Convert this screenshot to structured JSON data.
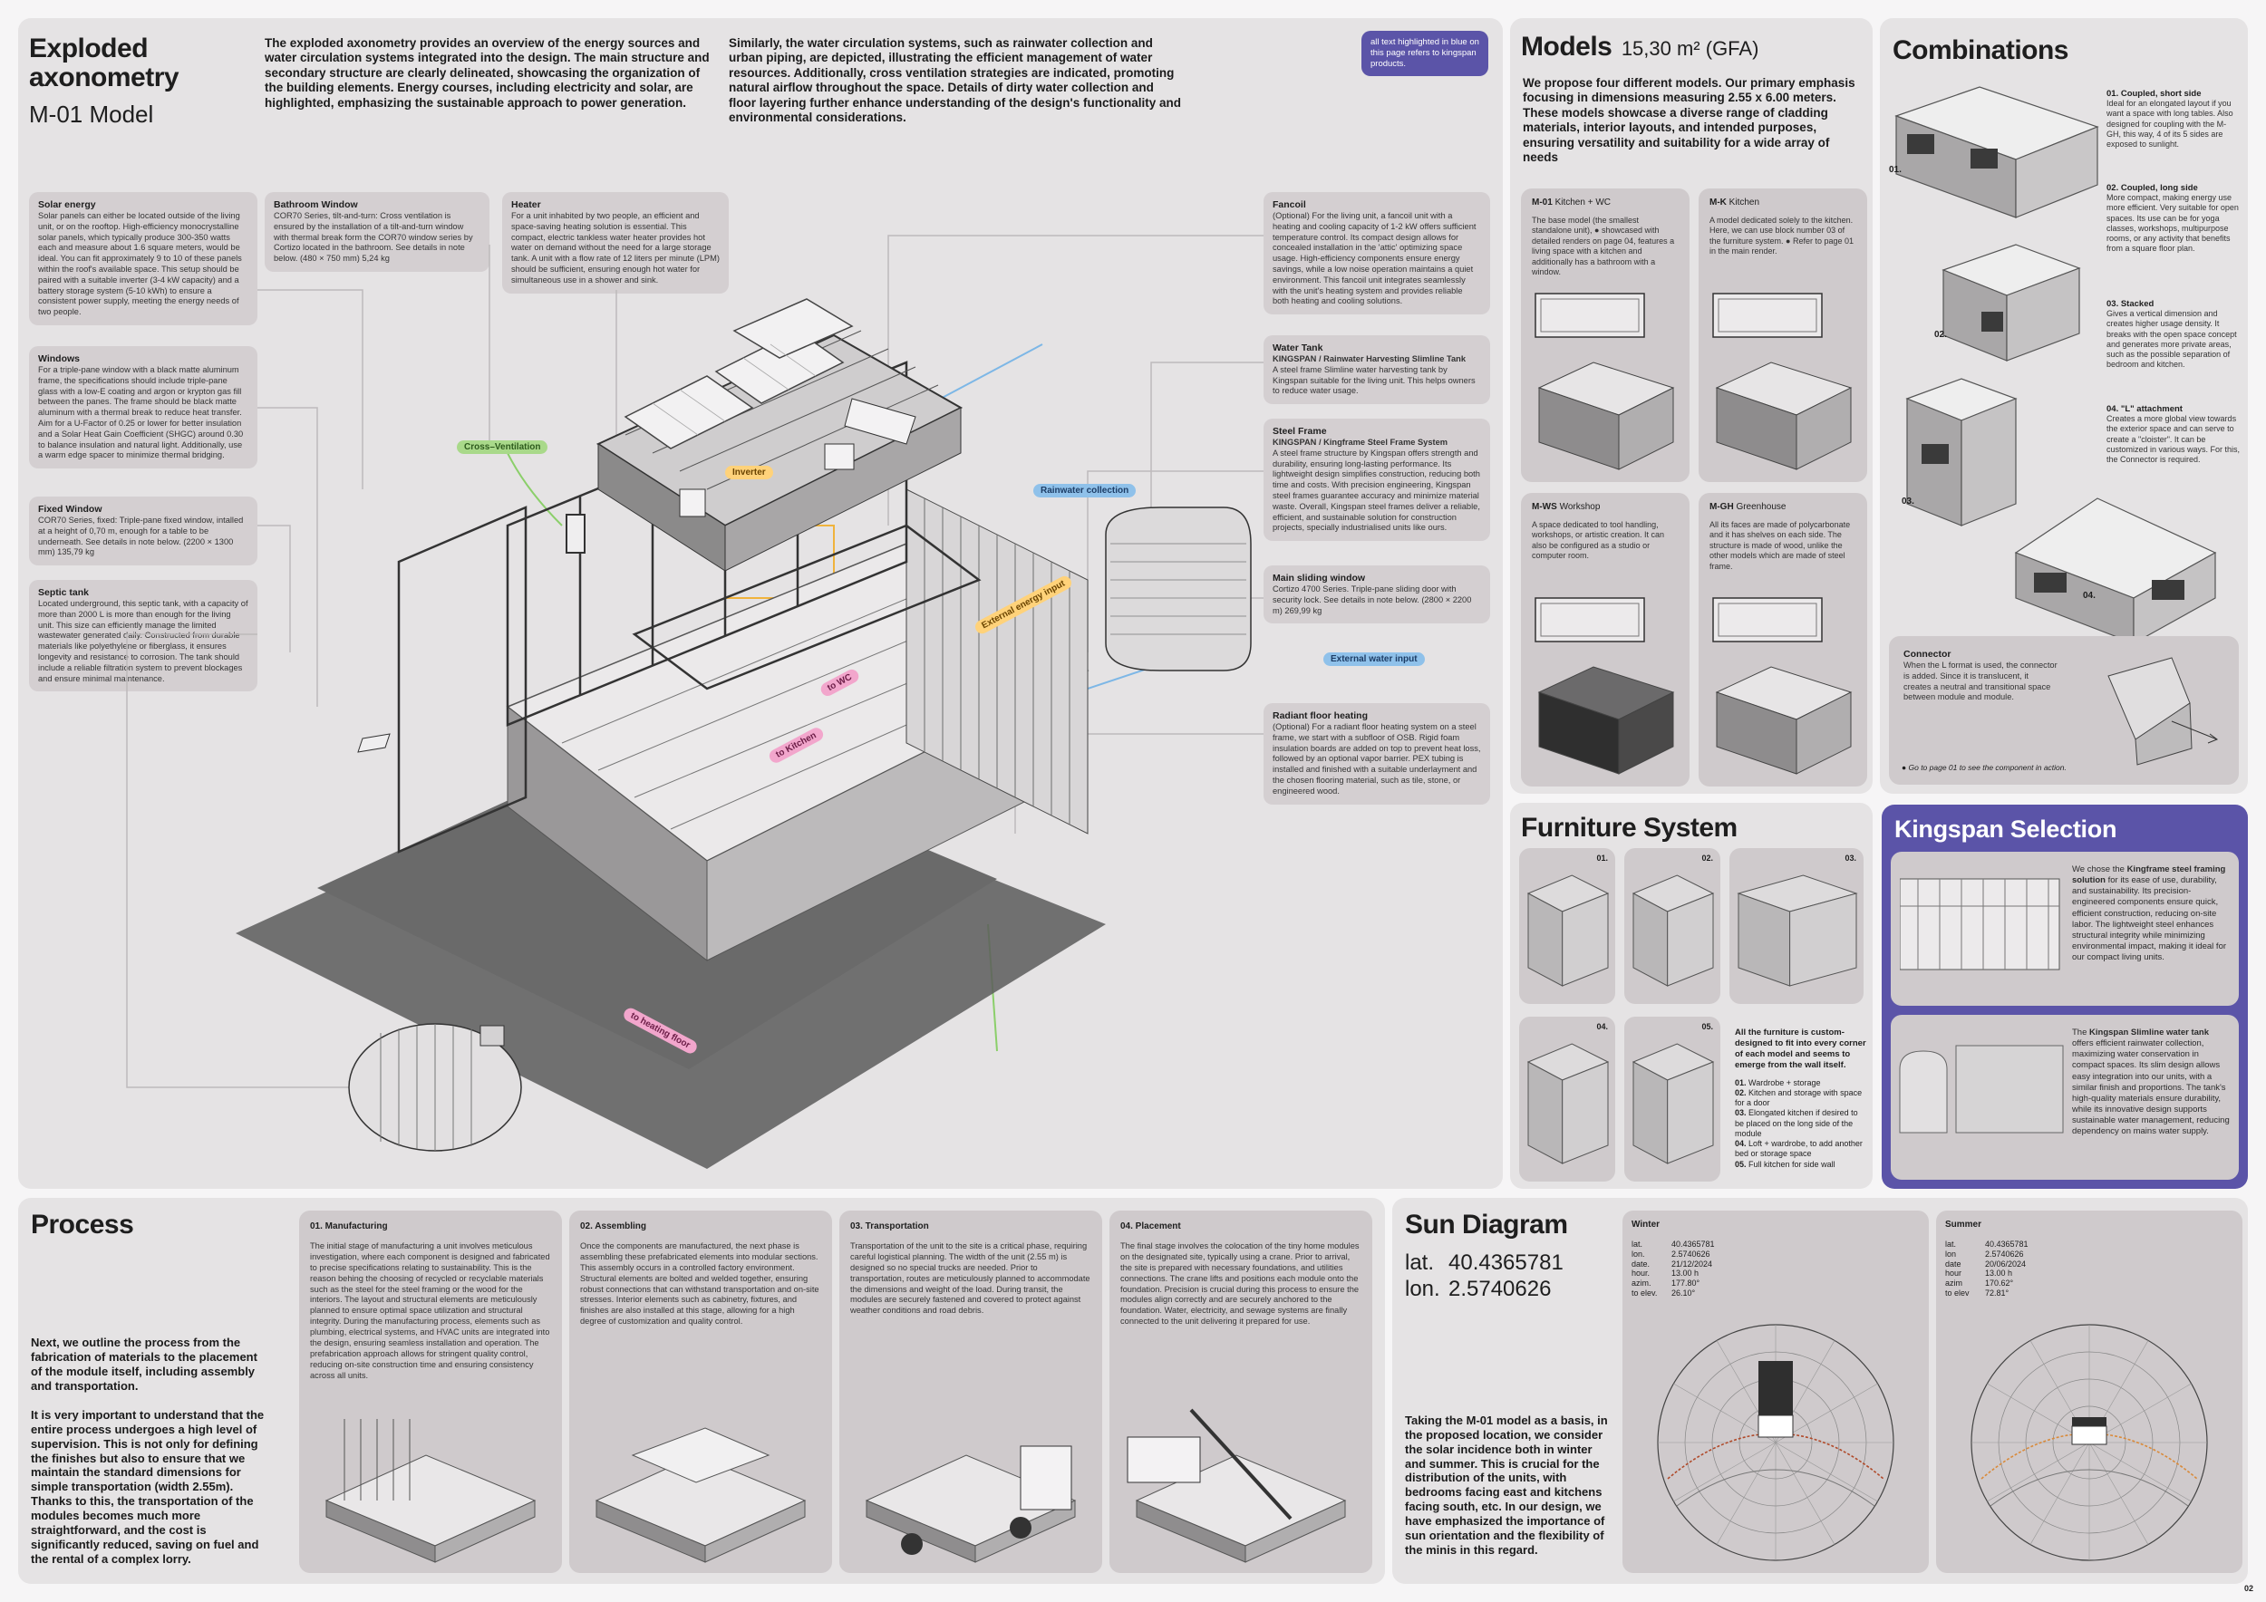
{
  "header": {
    "title_line1": "Exploded",
    "title_line2": "axonometry",
    "model": "M-01 Model",
    "intro_left": "The exploded axonometry provides an overview of the energy sources and water circulation systems integrated into the design. The main structure and secondary structure are clearly delineated, showcasing the organization of the building elements. Energy courses, including electricity and solar, are highlighted, emphasizing the sustainable approach to power generation.",
    "intro_right": "Similarly, the water circulation systems, such as rainwater collection and urban piping, are depicted, illustrating the efficient management of water resources. Additionally, cross ventilation strategies are indicated, promoting natural airflow throughout the space. Details of dirty water collection and floor layering further enhance understanding of the design's functionality and environmental considerations.",
    "kingspan_note": "all text highlighted in blue on this page refers to kingspan products."
  },
  "notes": {
    "solar": {
      "title": "Solar energy",
      "body": "Solar panels can either be located outside of the living unit, or on the rooftop. High-efficiency monocrystalline solar panels, which typically produce 300-350 watts each and measure about 1.6 square meters, would be ideal. You can fit approximately 9 to 10 of these panels within the roof's available space. This setup should be paired with a suitable inverter (3-4 kW capacity) and a battery storage system (5-10 kWh) to ensure a consistent power supply, meeting the energy needs of two people."
    },
    "windows": {
      "title": "Windows",
      "body": "For a triple-pane window with a black matte aluminum frame, the specifications should include triple-pane glass with a low-E coating and argon or krypton gas fill between the panes. The frame should be black matte aluminum with a thermal break to reduce heat transfer. Aim for a U-Factor of 0.25 or lower for better insulation and a Solar Heat Gain Coefficient (SHGC) around 0.30 to balance insulation and natural light. Additionally, use a warm edge spacer to minimize thermal bridging."
    },
    "fixed": {
      "title": "Fixed Window",
      "body": "COR70 Series, fixed: Triple-pane fixed window, intalled at a height of 0,70 m, enough for a table to be underneath. See details in note below. (2200 × 1300 mm) 135,79 kg"
    },
    "septic": {
      "title": "Septic tank",
      "body": "Located underground, this septic tank, with a capacity of more than 2000 L is more than enough for the living unit. This size can efficiently manage the limited wastewater generated daily. Constructed from durable materials like polyethylene or fiberglass, it ensures longevity and resistance to corrosion. The tank should include a reliable filtration system to prevent blockages and ensure minimal maintenance."
    },
    "bathroom": {
      "title": "Bathroom Window",
      "body": "COR70 Series, tilt-and-turn: Cross ventilation is ensured by the installation of a tilt-and-turn window with thermal break form the COR70 window series by Cortizo located in the bathroom. See details in note below. (480 × 750 mm) 5,24 kg"
    },
    "heater": {
      "title": "Heater",
      "body": "For a unit inhabited by two people, an efficient and space-saving heating solution is essential. This compact, electric tankless water heater provides hot water on demand without the need for a large storage tank. A unit with a flow rate of 12 liters per minute (LPM) should be sufficient, ensuring enough hot water for simultaneous use in a shower and sink."
    },
    "fancoil": {
      "title": "Fancoil",
      "body": "(Optional) For the living unit, a fancoil unit with a heating and cooling capacity of 1-2 kW offers sufficient temperature control. Its compact design allows for concealed installation in the 'attic' optimizing space usage. High-efficiency components ensure energy savings, while a low noise operation maintains a quiet environment. This fancoil unit integrates seamlessly with the unit's heating system and provides reliable both heating and cooling solutions."
    },
    "water_tank": {
      "title": "Water Tank",
      "product": "KINGSPAN / Rainwater Harvesting Slimline Tank",
      "body": "A steel frame Slimline water harvesting tank by Kingspan suitable for the living unit. This helps owners to reduce water usage."
    },
    "steel": {
      "title": "Steel Frame",
      "product": "KINGSPAN / Kingframe Steel Frame System",
      "body": "A steel frame structure by Kingspan offers strength and durability, ensuring long-lasting performance. Its lightweight design simplifies construction, reducing both time and costs. With precision engineering, Kingspan steel frames guarantee accuracy and minimize material waste. Overall, Kingspan steel frames deliver a reliable, efficient, and sustainable solution for construction projects, specially industrialised units like ours."
    },
    "sliding": {
      "title": "Main sliding window",
      "body": "Cortizo 4700 Series. Triple-pane sliding door with security lock. See details in note below. (2800 × 2200 m) 269,99 kg"
    },
    "radiant": {
      "title": "Radiant floor heating",
      "body": "(Optional) For a radiant floor heating system on a steel frame, we start with a subfloor of OSB. Rigid foam insulation boards are added on top to prevent heat loss, followed by an optional vapor barrier. PEX tubing is installed and finished with a suitable underlayment and the chosen flooring material, such as tile, stone, or engineered wood."
    }
  },
  "tags": {
    "cross": "Cross–Ventilation",
    "inverter": "Inverter",
    "rainwater": "Rainwater collection",
    "energy": "External energy input",
    "water": "External water input",
    "wc": "to WC",
    "kitchen": "to Kitchen",
    "floor": "to heating floor"
  },
  "models": {
    "title": "Models",
    "gfa": "15,30 m² (GFA)",
    "intro": "We propose four different models. Our primary emphasis focusing in dimensions measuring 2.55 x 6.00 meters. These models showcase a diverse range of cladding materials, interior layouts, and intended purposes, ensuring versatility and suitability for a wide array of needs",
    "items": [
      {
        "code": "M-01",
        "name": "Kitchen + WC",
        "body": "The base model (the smallest standalone unit), ● showcased with detailed renders on page 04, features a living space with a kitchen and additionally has a bathroom with a window."
      },
      {
        "code": "M-K",
        "name": "Kitchen",
        "body": "A model dedicated solely to the kitchen. Here, we can use block number 03 of the furniture system. ● Refer to page 01 in the main render."
      },
      {
        "code": "M-WS",
        "name": "Workshop",
        "body": "A space dedicated to tool handling, workshops, or artistic creation. It can also be configured as a studio or computer room."
      },
      {
        "code": "M-GH",
        "name": "Greenhouse",
        "body": "All its faces are made of polycarbonate and it has shelves on each side. The structure is made of wood, unlike the other models which are made of steel frame."
      }
    ]
  },
  "combinations": {
    "title": "Combinations",
    "items": [
      {
        "label": "01. Coupled, short side",
        "body": "Ideal for an elongated layout if you want a space with long tables. Also designed for coupling with the M-GH, this way, 4 of its 5 sides are exposed to sunlight."
      },
      {
        "label": "02. Coupled, long side",
        "body": "More compact, making energy use more efficient. Very suitable for open spaces. Its use can be for yoga classes, workshops, multipurpose rooms, or any activity that benefits from a square floor plan."
      },
      {
        "label": "03. Stacked",
        "body": "Gives a vertical dimension and creates higher usage density. It breaks with the open space concept and generates more private areas, such as the possible separation of bedroom and kitchen."
      },
      {
        "label": "04. \"L\" attachment",
        "body": "Creates a more global view towards the exterior space and can serve to create a \"cloister\". It can be customized in various ways. For this, the Connector is required."
      }
    ],
    "numbers": [
      "01.",
      "02.",
      "03.",
      "04."
    ],
    "connector_title": "Connector",
    "connector_body": "When the L format is used, the connector is added. Since it is translucent, it creates a neutral and transitional space between module and module.",
    "connector_ref": "● Go to page 01 to see the component in action."
  },
  "furniture": {
    "title": "Furniture System",
    "numbers": [
      "01.",
      "02.",
      "03.",
      "04.",
      "05."
    ],
    "intro": "All the furniture is custom-designed to fit into every corner of each model and seems to emerge from the wall itself.",
    "list": [
      {
        "n": "01.",
        "t": "Wardrobe + storage"
      },
      {
        "n": "02.",
        "t": "Kitchen and storage with space for a door"
      },
      {
        "n": "03.",
        "t": "Elongated kitchen if desired to be placed on the long side of the module"
      },
      {
        "n": "04.",
        "t": "Loft + wardrobe, to add another bed or storage space"
      },
      {
        "n": "05.",
        "t": "Full kitchen for side wall"
      }
    ]
  },
  "kingspan": {
    "title": "Kingspan Selection",
    "frame_pre": "We chose the ",
    "frame_bold": "Kingframe steel framing solution",
    "frame_post": " for its ease of use, durability, and sustainability. Its precision-engineered components ensure quick, efficient construction, reducing on-site labor. The lightweight steel enhances structural integrity while minimizing environmental impact, making it ideal for our compact living units.",
    "tank_pre": "The ",
    "tank_bold": "Kingspan Slimline water tank",
    "tank_post": " offers efficient rainwater collection, maximizing water conservation in compact spaces. Its slim design allows easy integration into our units, with a similar finish and proportions. The tank's high-quality materials ensure durability, while its innovative design supports sustainable water management, reducing dependency on mains water supply."
  },
  "process": {
    "title": "Process",
    "intro1": "Next, we outline the process from the fabrication of materials to the placement of the module itself, including assembly and transportation.",
    "intro2": "It is very important to understand that the entire process undergoes a high level of supervision. This is not only for defining the finishes but also to ensure that we maintain the standard dimensions for simple transportation (width 2.55m). Thanks to this, the transportation of the modules becomes much more straightforward, and the cost is significantly reduced, saving on fuel and the rental of a complex lorry.",
    "steps": [
      {
        "title": "01. Manufacturing",
        "body": "The initial stage of manufacturing a unit involves meticulous investigation, where each component is designed and fabricated to precise specifications relating to sustainability. This is the reason behing the choosing of recycled or recyclable materials such as the steel for the steel framing or the wood for the interiors. The layout and structural elements are meticulously planned to ensure optimal space utilization and structural integrity. During the manufacturing process, elements such as plumbing, electrical systems, and HVAC units are integrated into the design, ensuring seamless installation and operation. The prefabrication approach allows for stringent quality control, reducing on-site construction time and ensuring consistency across all units."
      },
      {
        "title": "02. Assembling",
        "body": "Once the components are manufactured, the next phase is assembling these prefabricated elements into modular sections. This assembly occurs in a controlled factory environment. Structural elements are bolted and welded together, ensuring robust connections that can withstand transportation and on-site stresses. Interior elements such as cabinetry, fixtures, and finishes are also installed at this stage, allowing for a high degree of customization and quality control."
      },
      {
        "title": "03. Transportation",
        "body": "Transportation of the unit to the site is a critical phase, requiring careful logistical planning. The width of the unit (2.55 m) is designed so no special trucks are needed. Prior to transportation, routes are meticulously planned to accommodate the dimensions and weight of the load. During transit, the modules are securely fastened and covered to protect against weather conditions and road debris."
      },
      {
        "title": "04. Placement",
        "body": "The final stage involves the colocation of the tiny home modules on the designated site, typically using a crane. Prior to arrival, the site is prepared with necessary foundations, and utilities connections. The crane lifts and positions each module onto the foundation. Precision is crucial during this process to ensure the modules align correctly and are securely anchored to the foundation. Water, electricity, and sewage systems are finally connected to the unit delivering it prepared for use."
      }
    ]
  },
  "sun": {
    "title": "Sun Diagram",
    "lat_label": "lat.",
    "lat": "40.4365781",
    "lon_label": "lon.",
    "lon": "2.5740626",
    "body": "Taking the M-01 model as a basis, in the proposed location, we consider the solar incidence both in winter and summer. This is crucial for the distribution of the units, with bedrooms facing east and kitchens facing south, etc. In our design, we have emphasized the importance of sun orientation and the flexibility of the minis in this regard.",
    "winter": {
      "title": "Winter",
      "rows": [
        [
          "lat.",
          "40.4365781"
        ],
        [
          "lon.",
          "2.5740626"
        ],
        [
          "date.",
          "21/12/2024"
        ],
        [
          "hour.",
          "13.00 h"
        ],
        [
          "azim.",
          "177.80°"
        ],
        [
          "to elev.",
          "26.10°"
        ]
      ]
    },
    "summer": {
      "title": "Summer",
      "rows": [
        [
          "lat.",
          "40.4365781"
        ],
        [
          "lon",
          "2.5740626"
        ],
        [
          "date",
          "20/06/2024"
        ],
        [
          "hour",
          "13.00 h"
        ],
        [
          "azim",
          "170.62°"
        ],
        [
          "to elev",
          "72.81°"
        ]
      ]
    }
  },
  "page_number": "02",
  "colors": {
    "accent_purple": "#5b54a8",
    "panel": "#e5e3e4",
    "card": "#cfcacc",
    "kingspan_blue": "#3c3fa8"
  }
}
